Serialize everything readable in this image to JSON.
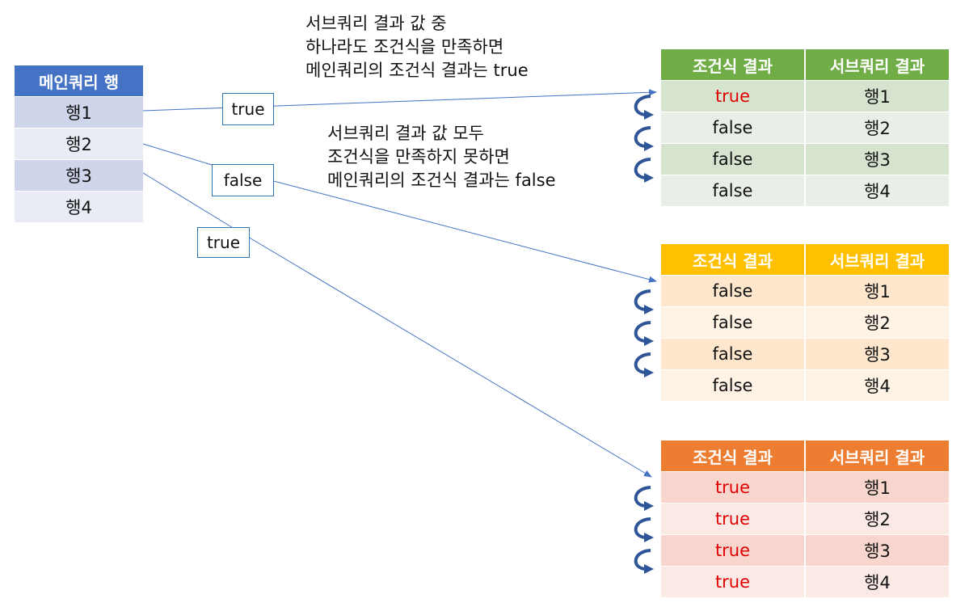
{
  "main_table": {
    "header": "메인쿼리 행",
    "rows": [
      "행1",
      "행2",
      "행3",
      "행4"
    ]
  },
  "labels": {
    "row1": "true",
    "row2": "false",
    "row3": "true"
  },
  "annotations": {
    "top": [
      "서브쿼리 결과 값 중",
      "하나라도 조건식을 만족하면",
      "메인쿼리의 조건식 결과는 true"
    ],
    "middle": [
      "서브쿼리 결과 값 모두",
      "조건식을 만족하지 못하면",
      "메인쿼리의 조건식 결과는 false"
    ]
  },
  "sub_tables": [
    {
      "header_color": "#70ad47",
      "row_dark": "#d5e3cf",
      "row_light": "#e9efe6",
      "headers": [
        "조건식 결과",
        "서브쿼리 결과"
      ],
      "rows": [
        {
          "result": "true",
          "row": "행1"
        },
        {
          "result": "false",
          "row": "행2"
        },
        {
          "result": "false",
          "row": "행3"
        },
        {
          "result": "false",
          "row": "행4"
        }
      ]
    },
    {
      "header_color": "#ffc000",
      "row_dark": "#ffe7cd",
      "row_light": "#fff3e6",
      "headers": [
        "조건식 결과",
        "서브쿼리 결과"
      ],
      "rows": [
        {
          "result": "false",
          "row": "행1"
        },
        {
          "result": "false",
          "row": "행2"
        },
        {
          "result": "false",
          "row": "행3"
        },
        {
          "result": "false",
          "row": "행4"
        }
      ]
    },
    {
      "header_color": "#ed7d31",
      "row_dark": "#f8d5cd",
      "row_light": "#fbe9e6",
      "headers": [
        "조건식 결과",
        "서브쿼리 결과"
      ],
      "rows": [
        {
          "result": "true",
          "row": "행1"
        },
        {
          "result": "true",
          "row": "행2"
        },
        {
          "result": "true",
          "row": "행3"
        },
        {
          "result": "true",
          "row": "행4"
        }
      ]
    }
  ],
  "colors": {
    "true_text": "#e00000",
    "arrow": "#4472c4"
  }
}
